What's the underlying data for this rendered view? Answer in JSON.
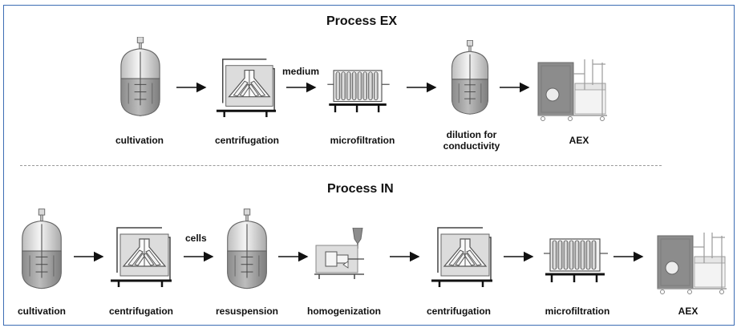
{
  "process_ex": {
    "title": "Process EX",
    "steps": [
      "cultivation",
      "centrifugation",
      "microfiltration",
      "dilution for",
      "conductivity",
      "AEX"
    ],
    "stream_label": "medium"
  },
  "process_in": {
    "title": "Process IN",
    "steps": [
      "cultivation",
      "centrifugation",
      "resuspension",
      "homogenization",
      "centrifugation",
      "microfiltration",
      "AEX"
    ],
    "stream_label": "cells"
  },
  "colors": {
    "frame": "#3c6cb4",
    "divider": "#9a9a9a",
    "equipment_fill": "#8c8c8c",
    "outline": "#555555"
  },
  "icons": [
    "bioreactor-icon",
    "centrifuge-icon",
    "filter-icon",
    "chromatography-icon",
    "homogenizer-icon",
    "arrow-icon"
  ]
}
